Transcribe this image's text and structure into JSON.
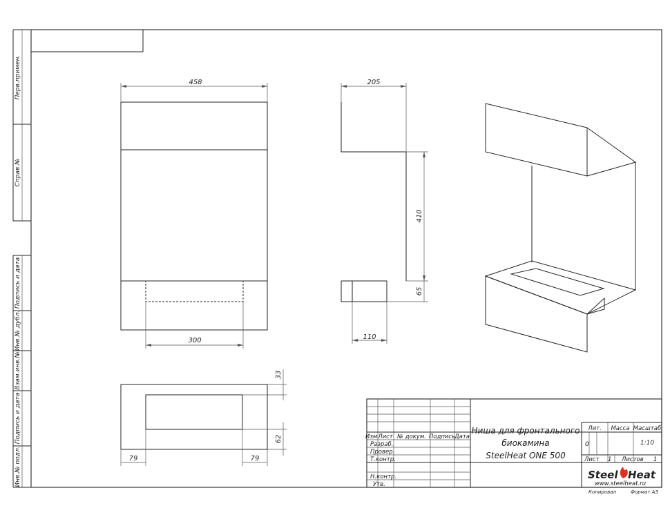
{
  "side_labels": [
    "Перв.примен.",
    "Справ.№",
    "Подпись и дата",
    "Инв.№ дубл.",
    "Взам.инв.№",
    "Подпись и дата",
    "Инв.№ подл."
  ],
  "dims": {
    "front_width": "458",
    "front_opening": "300",
    "side_depth": "205",
    "side_height": "410",
    "side_base_height": "65",
    "side_base_depth": "110",
    "plan_top": "33",
    "plan_bottom": "62",
    "plan_left": "79",
    "plan_right": "79"
  },
  "title_block": {
    "headers": [
      "Изм.",
      "Лист",
      "№ докум.",
      "Подпись",
      "Дата"
    ],
    "roles": [
      "Разраб.",
      "Провер.",
      "Т.контр.",
      "Н.контр.",
      "Утв."
    ],
    "title_line1": "Ниша для фронтального",
    "title_line2": "биокамина",
    "title_line3": "SteelHeat ONE 500",
    "lit_label": "Лит.",
    "mass_label": "Масса",
    "scale_label": "Масштаб",
    "lit_value": "0",
    "scale_value": "1:10",
    "sheet_label": "Лист",
    "sheet_value": "1",
    "sheets_label": "Листов",
    "sheets_value": "1",
    "brand_left": "Steel",
    "brand_right": "Heat",
    "website": "www.steelheat.ru",
    "copied": "Копировал",
    "format": "Формат А3"
  },
  "colors": {
    "line": "#222222",
    "flame": "#e03020"
  }
}
